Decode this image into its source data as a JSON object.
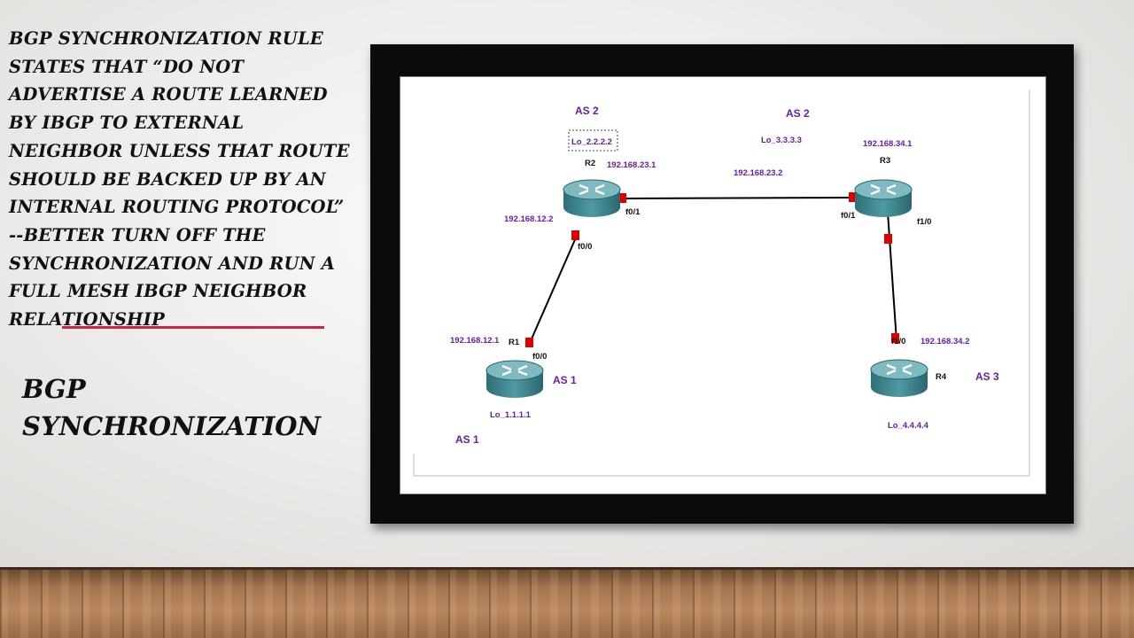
{
  "slide": {
    "body_lines": [
      "BGP SYNCHRONIZATION RULE",
      "STATES THAT “DO NOT",
      "ADVERTISE A ROUTE LEARNED",
      "BY IBGP TO EXTERNAL",
      "NEIGHBOR UNLESS THAT ROUTE",
      "SHOULD BE BACKED UP BY AN",
      "INTERNAL ROUTING PROTOCOL”",
      "--BETTER TURN OFF THE",
      "SYNCHRONIZATION AND RUN A",
      "FULL MESH IBGP NEIGHBOR",
      "RELATIONSHIP"
    ],
    "title_lines": [
      "BGP",
      "SYNCHRONIZATION"
    ],
    "accent_color": "#c8274a"
  },
  "diagram": {
    "label_color": "#6a1bb0",
    "as_color": "#6a1bb0",
    "routers": [
      {
        "name": "R1",
        "loopback": "Lo_1.1.1.1",
        "as": "AS 1"
      },
      {
        "name": "R2",
        "loopback": "Lo_2.2.2.2",
        "as": "AS 2"
      },
      {
        "name": "R3",
        "loopback": "Lo_3.3.3.3",
        "as": "AS 2"
      },
      {
        "name": "R4",
        "loopback": "Lo_4.4.4.4",
        "as": "AS 3"
      }
    ],
    "extra_as_labels": [
      "AS 1"
    ],
    "ips": {
      "r1_f00": "192.168.12.1",
      "r2_f00": "192.168.12.2",
      "r2_f01": "192.168.23.1",
      "r3_f01": "192.168.23.2",
      "r3_f10": "192.168.34.1",
      "r4_f10": "192.168.34.2"
    },
    "interfaces": {
      "r1_f00": "f0/0",
      "r2_f00": "f0/0",
      "r2_f01": "f0/1",
      "r3_f01": "f0/1",
      "r3_f10": "f1/0",
      "r4_f10": "f1/0"
    }
  }
}
